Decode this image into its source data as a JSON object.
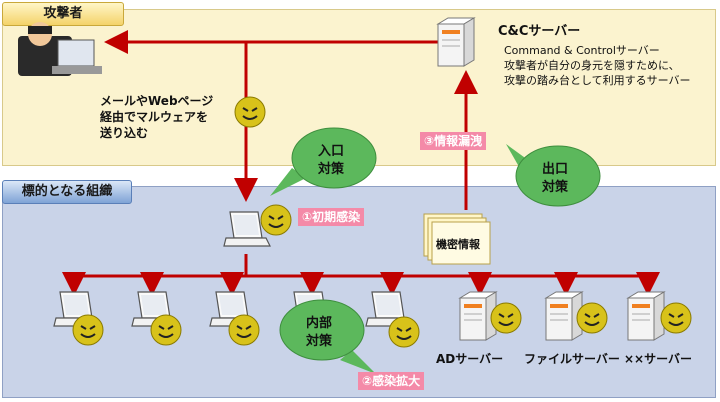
{
  "zones": {
    "attacker": "攻撃者",
    "organization": "標的となる組織"
  },
  "cc_server": {
    "title": "C&Cサーバー",
    "desc_lines": [
      "Command & Controlサーバー",
      "攻撃者が自分の身元を隠すために、",
      "攻撃の踏み台として利用するサーバー"
    ]
  },
  "mail_text": [
    "メールやWebページ",
    "経由でマルウェアを",
    "送り込む"
  ],
  "bubbles": {
    "entrance": [
      "入口",
      "対策"
    ],
    "exit": [
      "出口",
      "対策"
    ],
    "internal": [
      "内部",
      "対策"
    ]
  },
  "tags": {
    "initial_infection": "①初期感染",
    "info_leak": "③情報漏洩",
    "spread": "②感染拡大"
  },
  "confidential": "機密情報",
  "servers": [
    "ADサーバー",
    "ファイルサーバー",
    "××サーバー"
  ],
  "colors": {
    "arrow": "#c00000",
    "bubble": "#5cb85c",
    "tag": "#f48aa8"
  }
}
